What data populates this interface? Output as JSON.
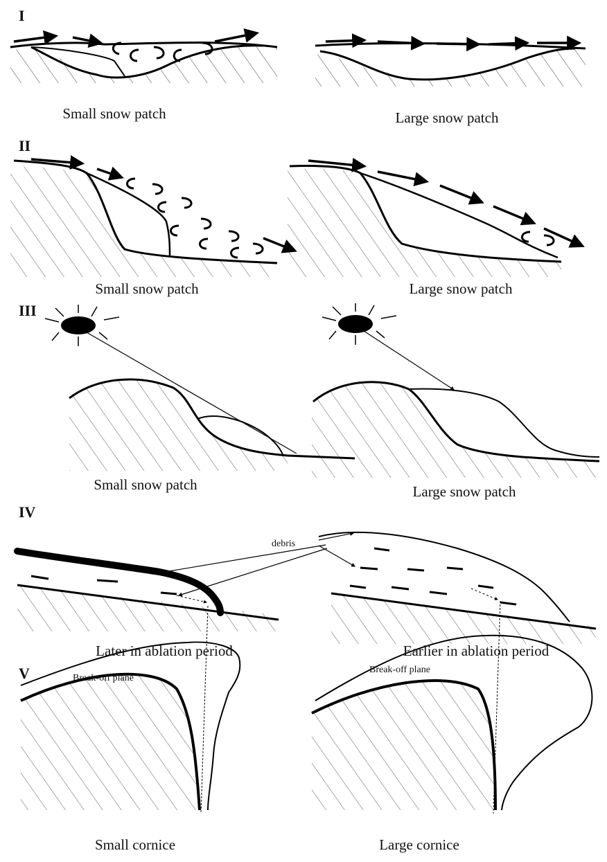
{
  "figure": {
    "panels": [
      {
        "numeral": "I",
        "left_label": "Small snow patch",
        "right_label": "Large snow patch"
      },
      {
        "numeral": "II",
        "left_label": "Small snow patch",
        "right_label": "Large snow patch"
      },
      {
        "numeral": "III",
        "left_label": "Small snow patch",
        "right_label": "Large snow patch"
      },
      {
        "numeral": "IV",
        "left_label": "Later in ablation period",
        "right_label": "Earlier in ablation period",
        "annotation": "debris"
      },
      {
        "numeral": "V",
        "left_label": "Small cornice",
        "right_label": "Large cornice",
        "annotation_left": "Break-off plane",
        "annotation_right": "Break-off plane"
      }
    ]
  },
  "icons": {
    "wind": "arrow",
    "eddy": "curl",
    "sun": "ellipse"
  }
}
